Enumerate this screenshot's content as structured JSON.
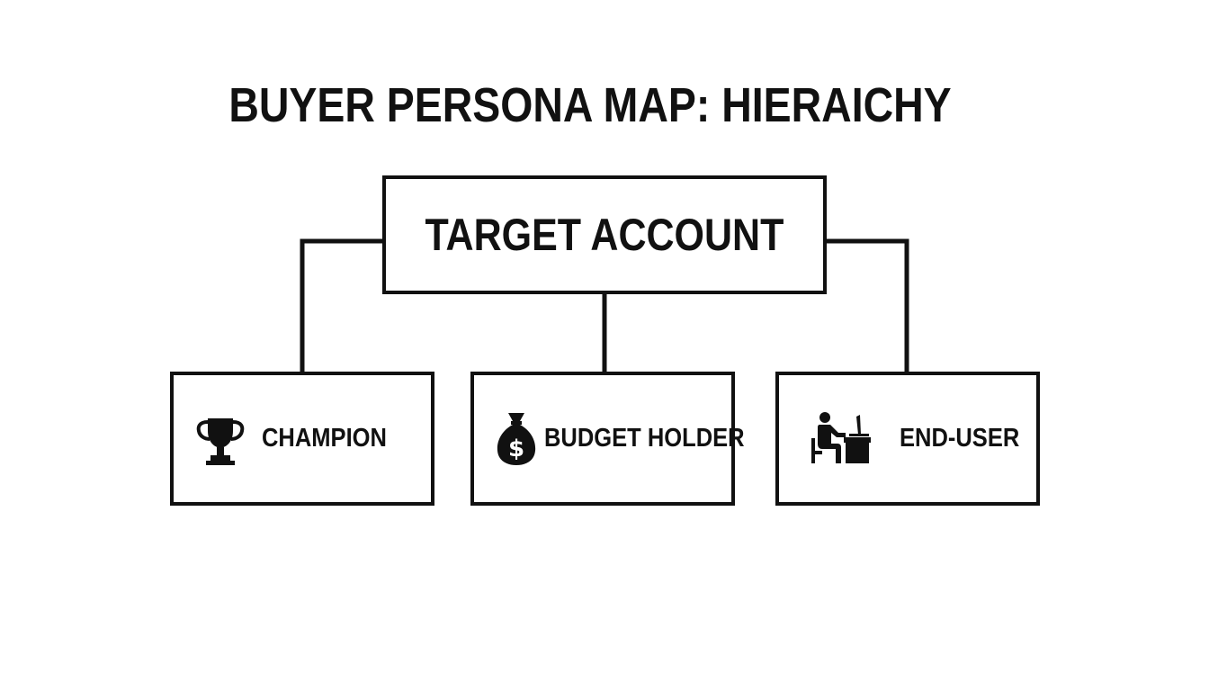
{
  "diagram": {
    "title": "BUYER PERSONA MAP: HIERAICHY",
    "root": {
      "label": "TARGET ACCOUNT"
    },
    "children": [
      {
        "label": "CHAMPION",
        "icon": "trophy-icon"
      },
      {
        "label": "BUDGET HOLDER",
        "icon": "money-bag-icon"
      },
      {
        "label": "END-USER",
        "icon": "desk-worker-icon"
      }
    ]
  },
  "colors": {
    "background": "#ffffff",
    "ink": "#111111"
  }
}
